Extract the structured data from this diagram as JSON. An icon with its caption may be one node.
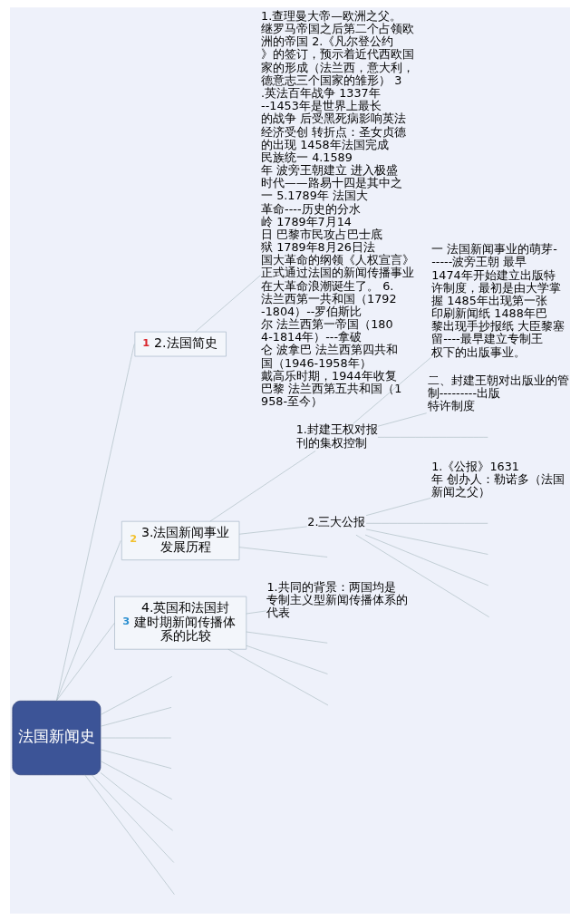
{
  "diagram": {
    "nodes": [
      {
        "text": [
          "法国新闻史"
        ]
      },
      {
        "text": [
          "1",
          "2.法国简史"
        ]
      },
      {
        "text": [
          "1.查理曼大帝—欧洲之父。继罗马帝国之后第二个占领欧洲的帝国 2.《凡尔登公约》的签订，预示着近代西欧国家的形成（法兰西，意大利，德意志三个国家的雏形） 3.英法百年战争 1337年--1453年是世界上最长的战争 后受黑死病影响英法经济受创 转折点：圣女贞德的出现 1458年法国完成民族统一 4.1589年 波旁王朝建立 进入极盛时代——路易十四是其中之一 5.1789年 法国大革命----历史的分水岭 1789年7月14日 巴黎市民攻占巴士底狱 1789年8月26日法国大革命的纲领《人权宣言》正式通过法国的新闻传播事业在大革命浪潮诞生了。 6.法兰西第一共和国（1792-1804）--罗伯斯比尔 法兰西第一帝国（1804-1814年）---拿破仑 波拿巴 法兰西第四共和国（1946-1958年）戴高乐时期，1944年收复巴黎 法兰西第五共和国（1958-至今）"
        ]
      },
      {
        "text": [
          "2",
          "3.法国新闻事业发展历程"
        ]
      },
      {
        "text": [
          "1.封建王权对报刊的集权控制"
        ]
      },
      {
        "text": [
          "一 法国新闻事业的萌芽------波旁王朝 最早1474年开始建立出版特许制度，最初是由大学掌握 1485年出现第一张印刷新闻纸 1488年巴黎出现手抄报纸 大臣黎塞留----最早建立专制王权下的出版事业。"
        ]
      },
      {
        "text": [
          "二、封建王朝对出版业的管制---------出版特许制度"
        ]
      },
      {
        "text": [
          "2.三大公报"
        ]
      },
      {
        "text": [
          "1.《公报》1631年 创办人：勒诺多（法国新闻之父）"
        ]
      },
      {
        "text": [
          "3",
          "4.英国和法国封建时期新闻传播体系的比较"
        ]
      },
      {
        "text": [
          "1.共同的背景：两国均是专制主义型新闻传播体系的代表"
        ]
      }
    ],
    "edges": [
      {
        "from": 0,
        "to": 1,
        "arrow": "none"
      },
      {
        "from": 1,
        "to": 2,
        "arrow": "none"
      },
      {
        "from": 0,
        "to": 3,
        "arrow": "none"
      },
      {
        "from": 3,
        "to": 4,
        "arrow": "none"
      },
      {
        "from": 4,
        "to": 5,
        "arrow": "none"
      },
      {
        "from": 4,
        "to": 6,
        "arrow": "none"
      },
      {
        "from": 4,
        "to": null,
        "arrow": "none"
      },
      {
        "from": 3,
        "to": 7,
        "arrow": "none"
      },
      {
        "from": 7,
        "to": 8,
        "arrow": "none"
      },
      {
        "from": 7,
        "to": null,
        "arrow": "none"
      },
      {
        "from": 7,
        "to": null,
        "arrow": "none"
      },
      {
        "from": 7,
        "to": null,
        "arrow": "none"
      },
      {
        "from": 7,
        "to": null,
        "arrow": "none"
      },
      {
        "from": 3,
        "to": null,
        "arrow": "none"
      },
      {
        "from": 0,
        "to": 9,
        "arrow": "none"
      },
      {
        "from": 9,
        "to": 10,
        "arrow": "none"
      },
      {
        "from": 9,
        "to": null,
        "arrow": "none"
      },
      {
        "from": 9,
        "to": null,
        "arrow": "none"
      },
      {
        "from": 9,
        "to": null,
        "arrow": "none"
      },
      {
        "from": 0,
        "to": null,
        "arrow": "none"
      },
      {
        "from": 0,
        "to": null,
        "arrow": "none"
      },
      {
        "from": 0,
        "to": null,
        "arrow": "none"
      },
      {
        "from": 0,
        "to": null,
        "arrow": "none"
      },
      {
        "from": 0,
        "to": null,
        "arrow": "none"
      },
      {
        "from": 0,
        "to": null,
        "arrow": "none"
      },
      {
        "from": 0,
        "to": null,
        "arrow": "none"
      },
      {
        "from": 0,
        "to": null,
        "arrow": "none"
      }
    ]
  }
}
